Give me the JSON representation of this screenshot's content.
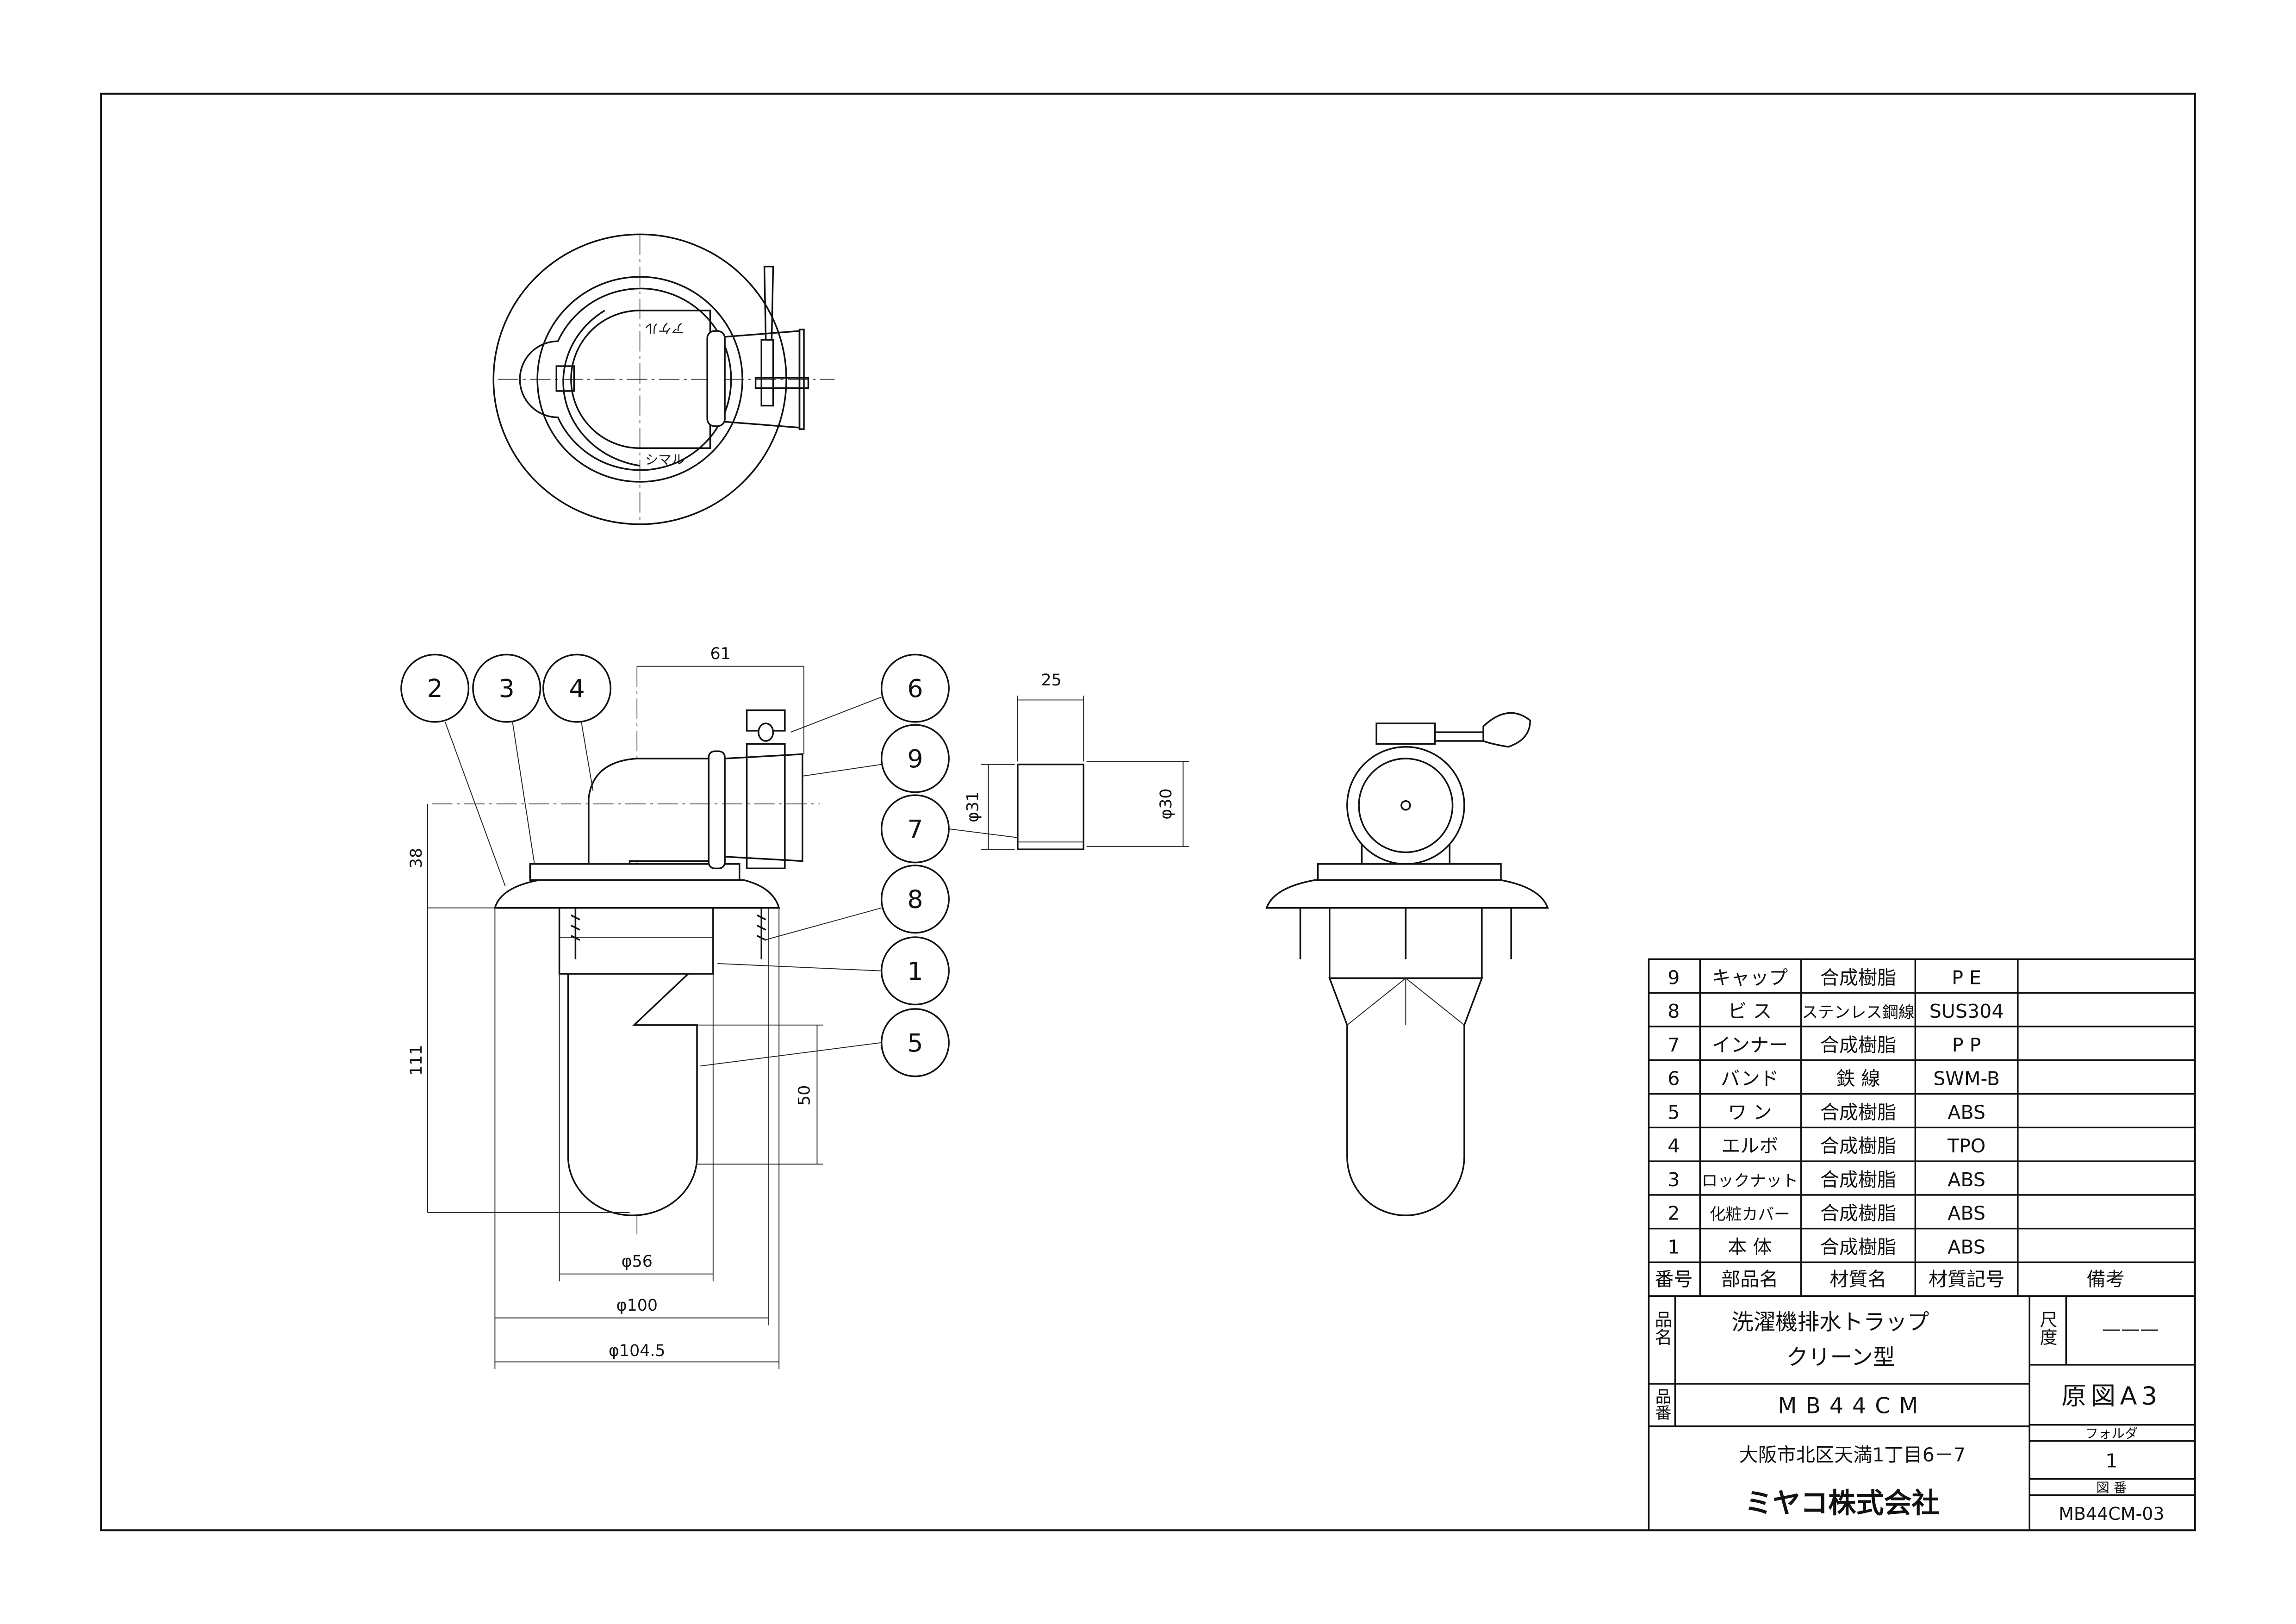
{
  "parts_table": {
    "headers": {
      "no": "番号",
      "name": "部品名",
      "material": "材質名",
      "symbol": "材質記号",
      "remarks": "備考"
    },
    "rows": [
      {
        "no": "9",
        "name": "キャップ",
        "material": "合成樹脂",
        "symbol": "P E"
      },
      {
        "no": "8",
        "name": "ビ ス",
        "material": "ステンレス鋼線",
        "symbol": "SUS304"
      },
      {
        "no": "7",
        "name": "インナー",
        "material": "合成樹脂",
        "symbol": "P P"
      },
      {
        "no": "6",
        "name": "バンド",
        "material": "鉄 線",
        "symbol": "SWM-B"
      },
      {
        "no": "5",
        "name": "ワ ン",
        "material": "合成樹脂",
        "symbol": "ABS"
      },
      {
        "no": "4",
        "name": "エルボ",
        "material": "合成樹脂",
        "symbol": "TPO"
      },
      {
        "no": "3",
        "name": "ロックナット",
        "material": "合成樹脂",
        "symbol": "ABS"
      },
      {
        "no": "2",
        "name": "化粧カバー",
        "material": "合成樹脂",
        "symbol": "ABS"
      },
      {
        "no": "1",
        "name": "本 体",
        "material": "合成樹脂",
        "symbol": "ABS"
      }
    ]
  },
  "title_block": {
    "product_name_label": "品名",
    "product_name_line1": "洗濯機排水トラップ",
    "product_name_line2": "クリーン型",
    "product_no_label": "品番",
    "product_no": "MB44CM",
    "scale_label": "尺度",
    "scale_value": "———",
    "original": "原図A3",
    "folder_label": "フォルダ",
    "folder_value": "1",
    "drawing_no_label": "図 番",
    "drawing_no": "MB44CM-03",
    "address": "大阪市北区天満1丁目6－7",
    "company": "ミヤコ株式会社"
  },
  "top_view": {
    "open_label": "アケル",
    "close_label": "シマル"
  },
  "dimensions": {
    "d61": "61",
    "d38": "38",
    "d111": "111",
    "d50": "50",
    "phi56": "φ56",
    "phi100": "φ100",
    "phi104_5": "φ104.5",
    "d25": "25",
    "phi31": "φ31",
    "phi30": "φ30"
  },
  "balloons": [
    "2",
    "3",
    "4",
    "6",
    "9",
    "7",
    "8",
    "1",
    "5"
  ]
}
